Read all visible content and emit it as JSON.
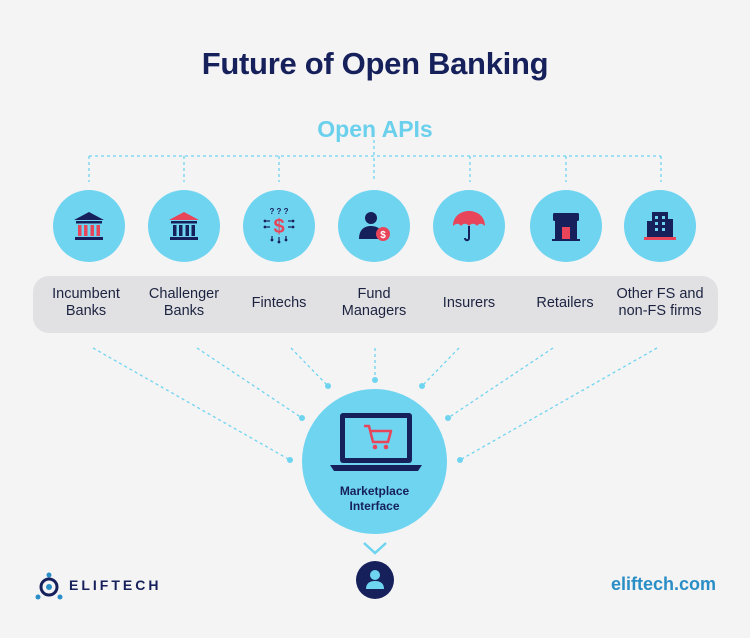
{
  "title": "Future of Open Banking",
  "subtitle": "Open APIs",
  "participants": [
    {
      "line1": "Incumbent",
      "line2": "Banks",
      "icon": "bank-building-icon"
    },
    {
      "line1": "Challenger",
      "line2": "Banks",
      "icon": "bank-building-icon"
    },
    {
      "line1": "Fintechs",
      "line2": "",
      "icon": "fintech-dollar-icon"
    },
    {
      "line1": "Fund",
      "line2": "Managers",
      "icon": "fund-manager-icon"
    },
    {
      "line1": "Insurers",
      "line2": "",
      "icon": "umbrella-icon"
    },
    {
      "line1": "Retailers",
      "line2": "",
      "icon": "storefront-icon"
    },
    {
      "line1": "Other FS and",
      "line2": "non-FS firms",
      "icon": "office-building-icon"
    }
  ],
  "marketplace": {
    "line1": "Marketplace",
    "line2": "Interface",
    "icon": "laptop-cart-icon"
  },
  "user_icon": "user-icon",
  "brand": {
    "name": "ELIFTECH",
    "website": "eliftech.com"
  },
  "colors": {
    "navy": "#16205a",
    "light_blue": "#6fd4f0",
    "accent_blue": "#6bd0ec",
    "red": "#e8455a",
    "link_blue": "#2a8ec6",
    "band_gray": "#e1e1e3"
  }
}
